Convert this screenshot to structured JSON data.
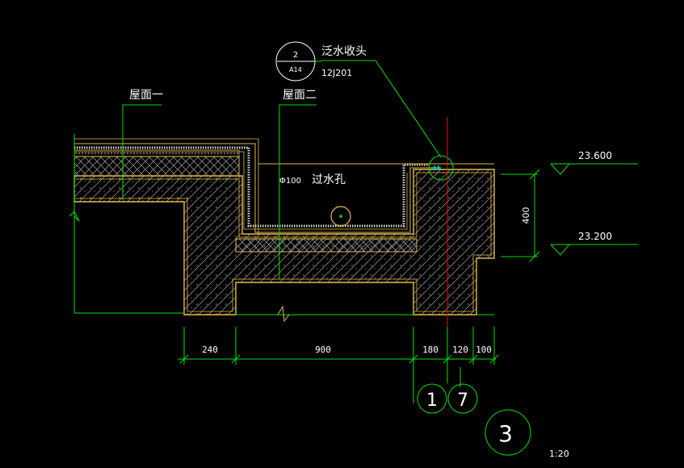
{
  "labels": {
    "roof_one": "屋面一",
    "roof_two": "屋面二",
    "flashing_end": "泛水收头",
    "standard_code": "12J201",
    "hole_diameter": "Φ100",
    "hole_label": "过水孔"
  },
  "detail_callout": {
    "number": "2",
    "sheet": "A14"
  },
  "elevations": {
    "top": "23.600",
    "bottom": "23.200",
    "height_dim": "400"
  },
  "dimensions": [
    "240",
    "900",
    "180",
    "120",
    "100"
  ],
  "grid_axes": [
    "1",
    "7"
  ],
  "detail": {
    "number": "3",
    "scale": "1:20"
  },
  "colors": {
    "background": "#000000",
    "outline": "#e3b94a",
    "leader": "#00e000",
    "axis": "#e01010",
    "hatch": "#a0a0a0",
    "text": "#ffffff",
    "marker": "#00d8d8"
  }
}
